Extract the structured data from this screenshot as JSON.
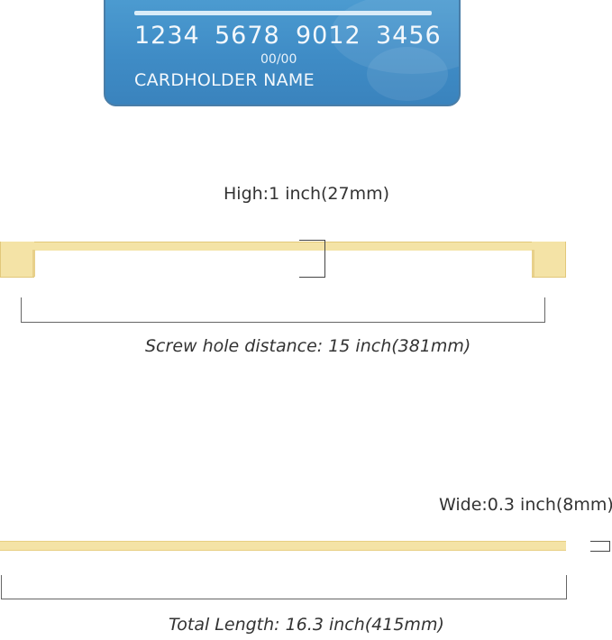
{
  "card": {
    "numbers": [
      "1234",
      "5678",
      "9012",
      "3456"
    ],
    "expiry": "00/00",
    "holder": "CARDHOLDER NAME",
    "color": "#3f8cc6"
  },
  "dimensions": {
    "high": "High:1 inch(27mm)",
    "screw_hole": "Screw hole distance:  15 inch(381mm)",
    "wide": "Wide:0.3 inch(8mm)",
    "total_length": "Total Length: 16.3 inch(415mm)"
  },
  "colors": {
    "handle": "#f4e3a6",
    "handle_edge": "#e7cf82",
    "line": "#666666"
  }
}
